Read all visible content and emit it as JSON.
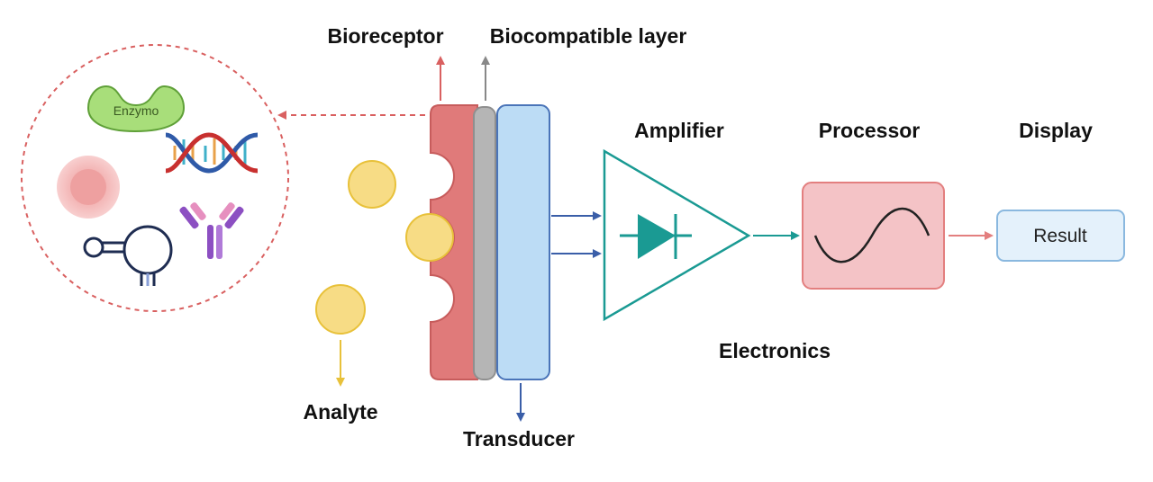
{
  "labels": {
    "bioreceptor": "Bioreceptor",
    "biocompatible_layer": "Biocompatible layer",
    "amplifier": "Amplifier",
    "processor": "Processor",
    "display": "Display",
    "electronics": "Electronics",
    "analyte": "Analyte",
    "transducer": "Transducer"
  },
  "inset": {
    "enzyme_label": "Enzymo",
    "items": [
      "enzyme",
      "dna-helix",
      "cell",
      "aptamer",
      "antibody"
    ]
  },
  "result_box": {
    "text": "Result"
  },
  "colors": {
    "bioreceptor": "#e07a7a",
    "biocompatible_layer": "#b5b5b5",
    "transducer": "#bcdcf5",
    "analyte": "#f7dc85",
    "amplifier": "#1a9a93",
    "processor": "#f4c3c6",
    "result": "#e4f1fb",
    "dashed_circle": "#d96060",
    "signal_arrow": "#3a5ea8"
  }
}
